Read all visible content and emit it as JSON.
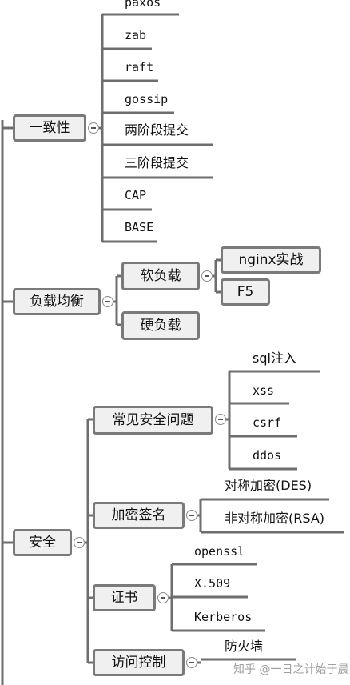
{
  "nodes": {
    "consistency": {
      "label": "一致性",
      "children": [
        "paxos",
        "zab",
        "raft",
        "gossip",
        "两阶段提交",
        "三阶段提交",
        "CAP",
        "BASE"
      ]
    },
    "load_balance": {
      "label": "负载均衡",
      "soft": {
        "label": "软负载",
        "children": [
          "nginx实战",
          "F5"
        ]
      },
      "hard": {
        "label": "硬负载"
      }
    },
    "security": {
      "label": "安全",
      "common_issues": {
        "label": "常见安全问题",
        "children": [
          "sql注入",
          "xss",
          "csrf",
          "ddos"
        ]
      },
      "encryption": {
        "label": "加密签名",
        "children": [
          "对称加密(DES)",
          "非对称加密(RSA)"
        ]
      },
      "certificate": {
        "label": "证书",
        "children": [
          "openssl",
          "X.509",
          "Kerberos"
        ]
      },
      "access_control": {
        "label": "访问控制",
        "children": [
          "防火墙"
        ]
      }
    }
  },
  "watermark": "知乎 @一日之计始于晨"
}
